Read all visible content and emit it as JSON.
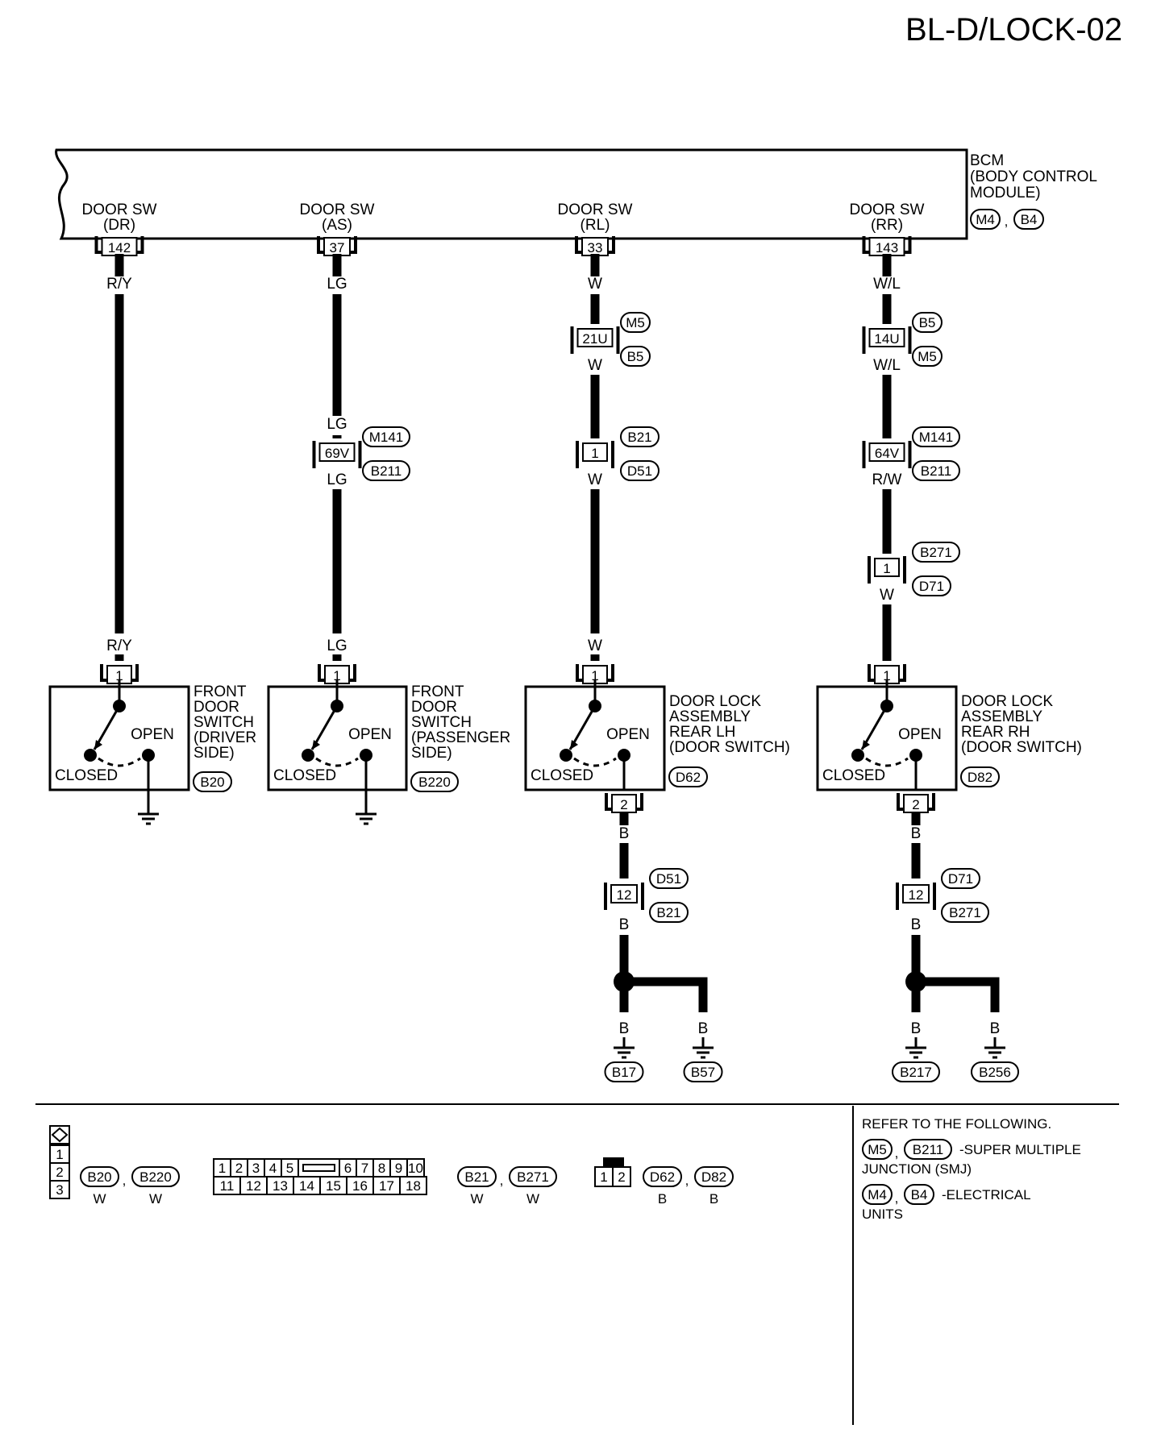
{
  "page_code": "BL-D/LOCK-02",
  "bcm": {
    "label_lines": [
      "BCM",
      "(BODY CONTROL",
      " MODULE)"
    ],
    "connectors": [
      "M4",
      "B4"
    ]
  },
  "circuits": [
    {
      "id": "dr",
      "pin_label_lines": [
        "DOOR SW",
        "(DR)"
      ],
      "bcm_terminal": "142",
      "top_wire": "R/Y",
      "in_line": [],
      "bottom_wire": "R/Y",
      "switch_terminal": "1",
      "switch_state_open": "OPEN",
      "switch_state_closed": "CLOSED",
      "component_lines": [
        "FRONT",
        "DOOR",
        "SWITCH",
        "(DRIVER",
        " SIDE)"
      ],
      "component_connector": "B20",
      "ground_type": "case",
      "ground": null
    },
    {
      "id": "as",
      "pin_label_lines": [
        "DOOR SW",
        "(AS)"
      ],
      "bcm_terminal": "37",
      "top_wire": "LG",
      "in_line": [
        {
          "wire_above": "LG",
          "terminal": "69V",
          "connectors": [
            "M141",
            "B211"
          ],
          "wire_below": "LG"
        }
      ],
      "bottom_wire": "LG",
      "switch_terminal": "1",
      "switch_state_open": "OPEN",
      "switch_state_closed": "CLOSED",
      "component_lines": [
        "FRONT",
        "DOOR",
        "SWITCH",
        "(PASSENGER",
        " SIDE)"
      ],
      "component_connector": "B220",
      "ground_type": "case",
      "ground": null
    },
    {
      "id": "rl",
      "pin_label_lines": [
        "DOOR SW",
        "(RL)"
      ],
      "bcm_terminal": "33",
      "top_wire": "W",
      "in_line": [
        {
          "wire_above": "",
          "terminal": "21U",
          "connectors": [
            "M5",
            "B5"
          ],
          "wire_below": "W"
        },
        {
          "wire_above": "",
          "terminal": "1",
          "connectors": [
            "B21",
            "D51"
          ],
          "wire_below": "W"
        }
      ],
      "bottom_wire": "W",
      "switch_terminal": "1",
      "switch_state_open": "OPEN",
      "switch_state_closed": "CLOSED",
      "component_lines": [
        "DOOR LOCK",
        "ASSEMBLY",
        "REAR LH",
        "(DOOR SWITCH)"
      ],
      "component_connector": "D62",
      "ground_type": "wired",
      "ground": {
        "terminal": "2",
        "wire1": "B",
        "joint_terminal": "12",
        "joint_connectors": [
          "D51",
          "B21"
        ],
        "wire2": "B",
        "left_wire": "B",
        "right_wire": "B",
        "left_ground": "B17",
        "right_ground": "B57"
      }
    },
    {
      "id": "rr",
      "pin_label_lines": [
        "DOOR SW",
        "(RR)"
      ],
      "bcm_terminal": "143",
      "top_wire": "W/L",
      "in_line": [
        {
          "wire_above": "",
          "terminal": "14U",
          "connectors": [
            "B5",
            "M5"
          ],
          "wire_below": "W/L"
        },
        {
          "wire_above": "",
          "terminal": "64V",
          "connectors": [
            "M141",
            "B211"
          ],
          "wire_below": "R/W"
        },
        {
          "wire_above": "",
          "terminal": "1",
          "connectors": [
            "B271",
            "D71"
          ],
          "wire_below": "W"
        }
      ],
      "bottom_wire": "",
      "switch_terminal": "1",
      "switch_state_open": "OPEN",
      "switch_state_closed": "CLOSED",
      "component_lines": [
        "DOOR LOCK",
        "ASSEMBLY",
        "REAR RH",
        "(DOOR SWITCH)"
      ],
      "component_connector": "D82",
      "ground_type": "wired",
      "ground": {
        "terminal": "2",
        "wire1": "B",
        "joint_terminal": "12",
        "joint_connectors": [
          "D71",
          "B271"
        ],
        "wire2": "B",
        "left_wire": "B",
        "right_wire": "B",
        "left_ground": "B217",
        "right_ground": "B256"
      }
    }
  ],
  "legend": {
    "conn_3pin": {
      "pins": [
        "1",
        "2",
        "3"
      ],
      "connectors": [
        "B20",
        "B220"
      ],
      "colors": [
        "W",
        "W"
      ]
    },
    "conn_18pin": {
      "row1": [
        "1",
        "2",
        "3",
        "4",
        "5",
        "6",
        "7",
        "8",
        "9",
        "10"
      ],
      "row2": [
        "11",
        "12",
        "13",
        "14",
        "15",
        "16",
        "17",
        "18"
      ],
      "connectors": [
        "B21",
        "B271"
      ],
      "colors": [
        "W",
        "W"
      ]
    },
    "conn_2pin": {
      "pins": [
        "1",
        "2"
      ],
      "connectors": [
        "D62",
        "D82"
      ],
      "colors": [
        "B",
        "B"
      ]
    }
  },
  "refer": {
    "heading": "REFER TO THE FOLLOWING.",
    "items": [
      {
        "connectors": [
          "M5",
          "B211"
        ],
        "lines": [
          "-SUPER MULTIPLE",
          "JUNCTION (SMJ)"
        ]
      },
      {
        "connectors": [
          "M4",
          "B4"
        ],
        "lines": [
          "-ELECTRICAL",
          "UNITS"
        ]
      }
    ]
  }
}
